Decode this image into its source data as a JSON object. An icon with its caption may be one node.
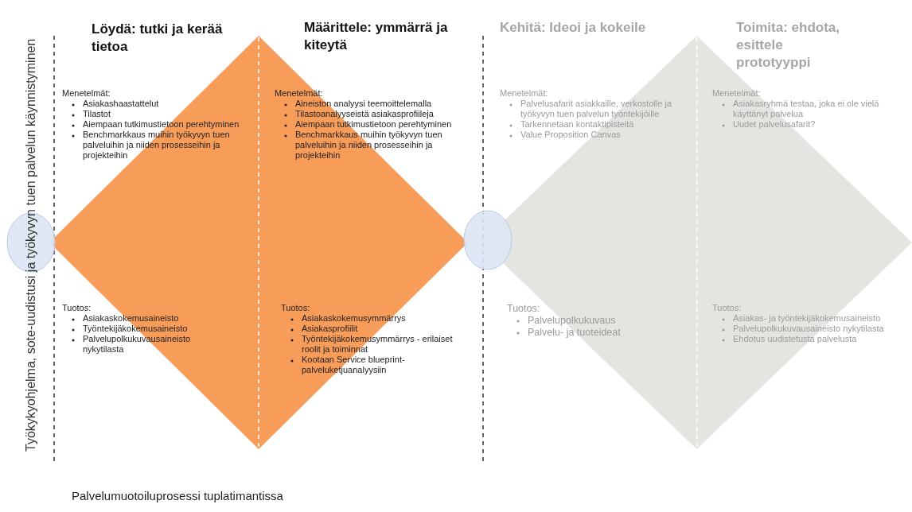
{
  "diagram": {
    "caption": "Palvelumuotoiluprosessi tuplatimantissa",
    "nodes": [
      {
        "text": [],
        "shape": "circle"
      },
      {
        "text": [],
        "shape": "diamond"
      },
      {
        "text": [],
        "shape": "circle"
      },
      {
        "text": [],
        "shape": "diamond"
      }
    ],
    "edges": [],
    "labels": [
      "Työkykyohjelma, sote-uudistusi ja työkyvyn tuen palvelun käynnistyminen",
      "Löydä: tutki ja kerää tietoa",
      "Määrittele: ymmärrä ja kiteytä",
      "Kehitä: Ideoi ja kokeile",
      "Toimita: ehdota, esittele prototyyppi",
      "Menetelmät:",
      "Asiakashaastattelut",
      "Tilastot",
      "Aiempaan tutkimustietoon perehtyminen",
      "Benchmarkkaus muihin työkyvyn tuen palveluihin ja niiden prosesseihin ja projekteihin",
      "Menetelmät:",
      "Aineiston analyysi teemoittelemalla",
      "Tilastoanalyyseistä asiakasprofiileja",
      "Aiempaan tutkimustietoon perehtyminen",
      "Benchmarkkaus muihin työkyvyn tuen palveluihin ja niiden prosesseihin ja projekteihin",
      "Menetelmät:",
      "Palvelusafarit asiakkaille, verkostolle ja työkyvyn tuen palvelun työntekijöille",
      "Tarkennetaan kontaktipisteitä",
      "Value Proposition Canvas",
      "Menetelmät:",
      "Asiakasryhmä testaa, joka ei ole vielä käyttänyt palvelua",
      "Uudet palvelusafarit?",
      "Tuotos:",
      "Asiakaskokemusaineisto",
      "Työntekijäkokemusaineisto",
      "Palvelupolkukuvausaineisto nykytilasta",
      "Tuotos:",
      "Asiakaskokemusymmärrys",
      "Asiakasprofiilit",
      "Työntekijäkokemusymmärrys - erilaiset roolit ja toiminnat",
      "Kootaan Service blueprint-palveluketjuanalyysiin",
      "Tuotos:",
      "Palvelupolkukuvaus",
      "Palvelu- ja tuoteideat",
      "Tuotos:",
      "Asiakas- ja työntekijäkokemusaineisto",
      "Palvelupolkukuvausaineisto nykytilasta",
      "Ehdotus uudistetusta palvelusta"
    ]
  }
}
